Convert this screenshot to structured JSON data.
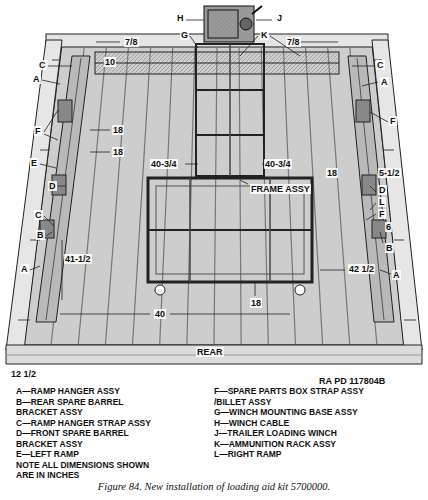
{
  "diagram": {
    "caption": "Figure 84. New installation of loading aid kit 5700000.",
    "labels": [
      "H",
      "J",
      "G",
      "K",
      "7/8",
      "7/8",
      "C",
      "A",
      "C",
      "A",
      "10",
      "F",
      "18",
      "18",
      "E",
      "D",
      "40-3/4",
      "40-3/4",
      "FRAME ASSY",
      "F",
      "18",
      "5-1/2",
      "D",
      "L",
      "F",
      "C",
      "41-1/2",
      "B",
      "6",
      "B",
      "A",
      "A",
      "42 1/2",
      "40",
      "18",
      "12 1/2",
      "REAR",
      "RA PD 117804B",
      "A—RAMP HANGER ASSY",
      "B—REAR SPARE BARREL BRACKET ASSY",
      "C—RAMP HANGER STRAP ASSY",
      "D—FRONT SPARE BARREL BRACKET ASSY",
      "E—LEFT RAMP",
      "NOTE ALL DIMENSIONS SHOWN ARE IN INCHES",
      "F—SPARE PARTS BOX STRAP ASSY /BILLET ASSY",
      "G—WINCH MOUNTING BASE ASSY",
      "H—WINCH CABLE",
      "J—TRAILER LOADING WINCH",
      "K—AMMUNITION RACK ASSY",
      "L—RIGHT RAMP"
    ]
  }
}
